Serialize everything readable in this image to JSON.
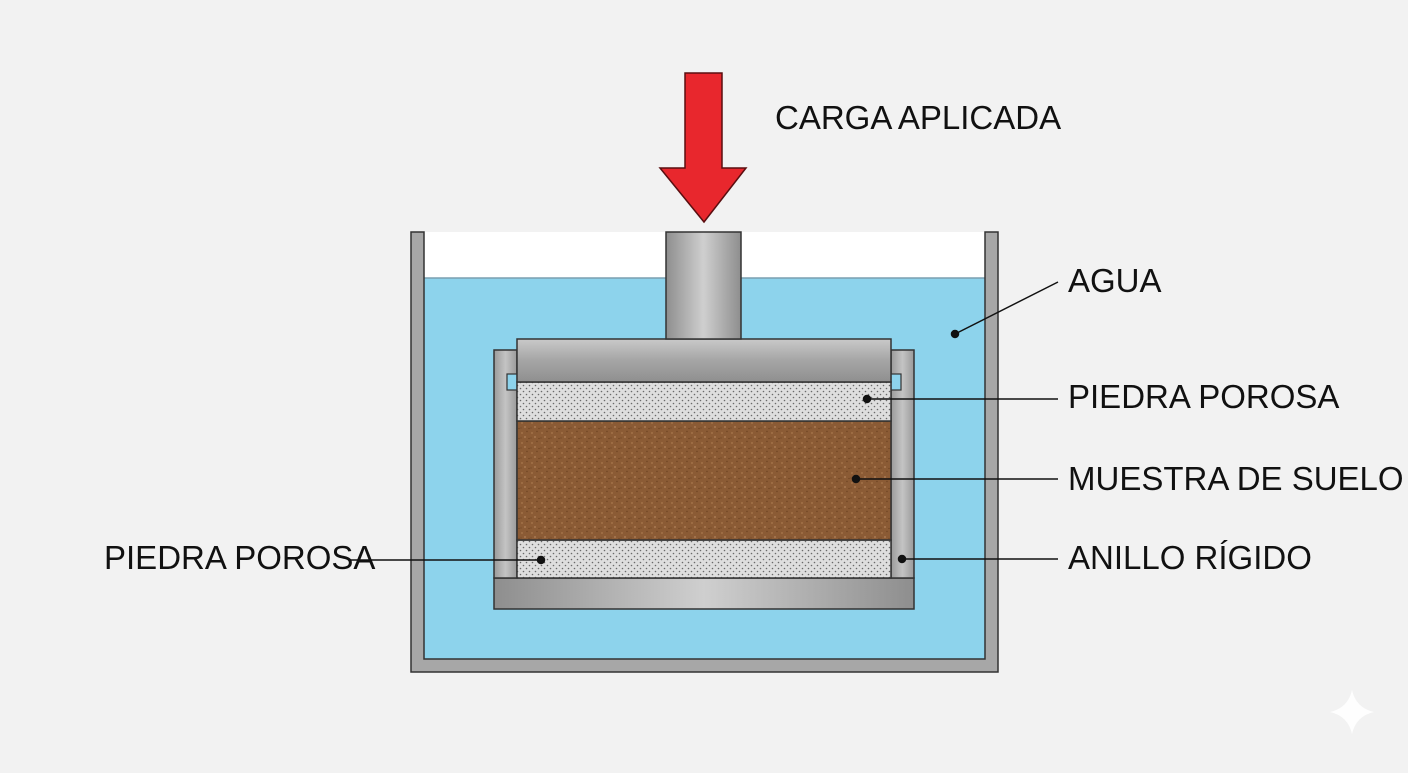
{
  "diagram": {
    "title": "",
    "labels": {
      "load": "CARGA APLICADA",
      "water": "AGUA",
      "top_stone": "PIEDRA POROSA",
      "soil_sample": "MUESTRA DE SUELO",
      "rigid_ring": "ANILLO RÍGIDO",
      "bottom_stone": "PIEDRA POROSA"
    },
    "colors": {
      "background": "#f2f2f2",
      "water": "#8dd3ec",
      "arrow": "#e8272d",
      "metal": "#a8a8a8",
      "soil": "#8a5a33",
      "porous_stone": "#dcdcdc",
      "outline": "#333333"
    }
  }
}
